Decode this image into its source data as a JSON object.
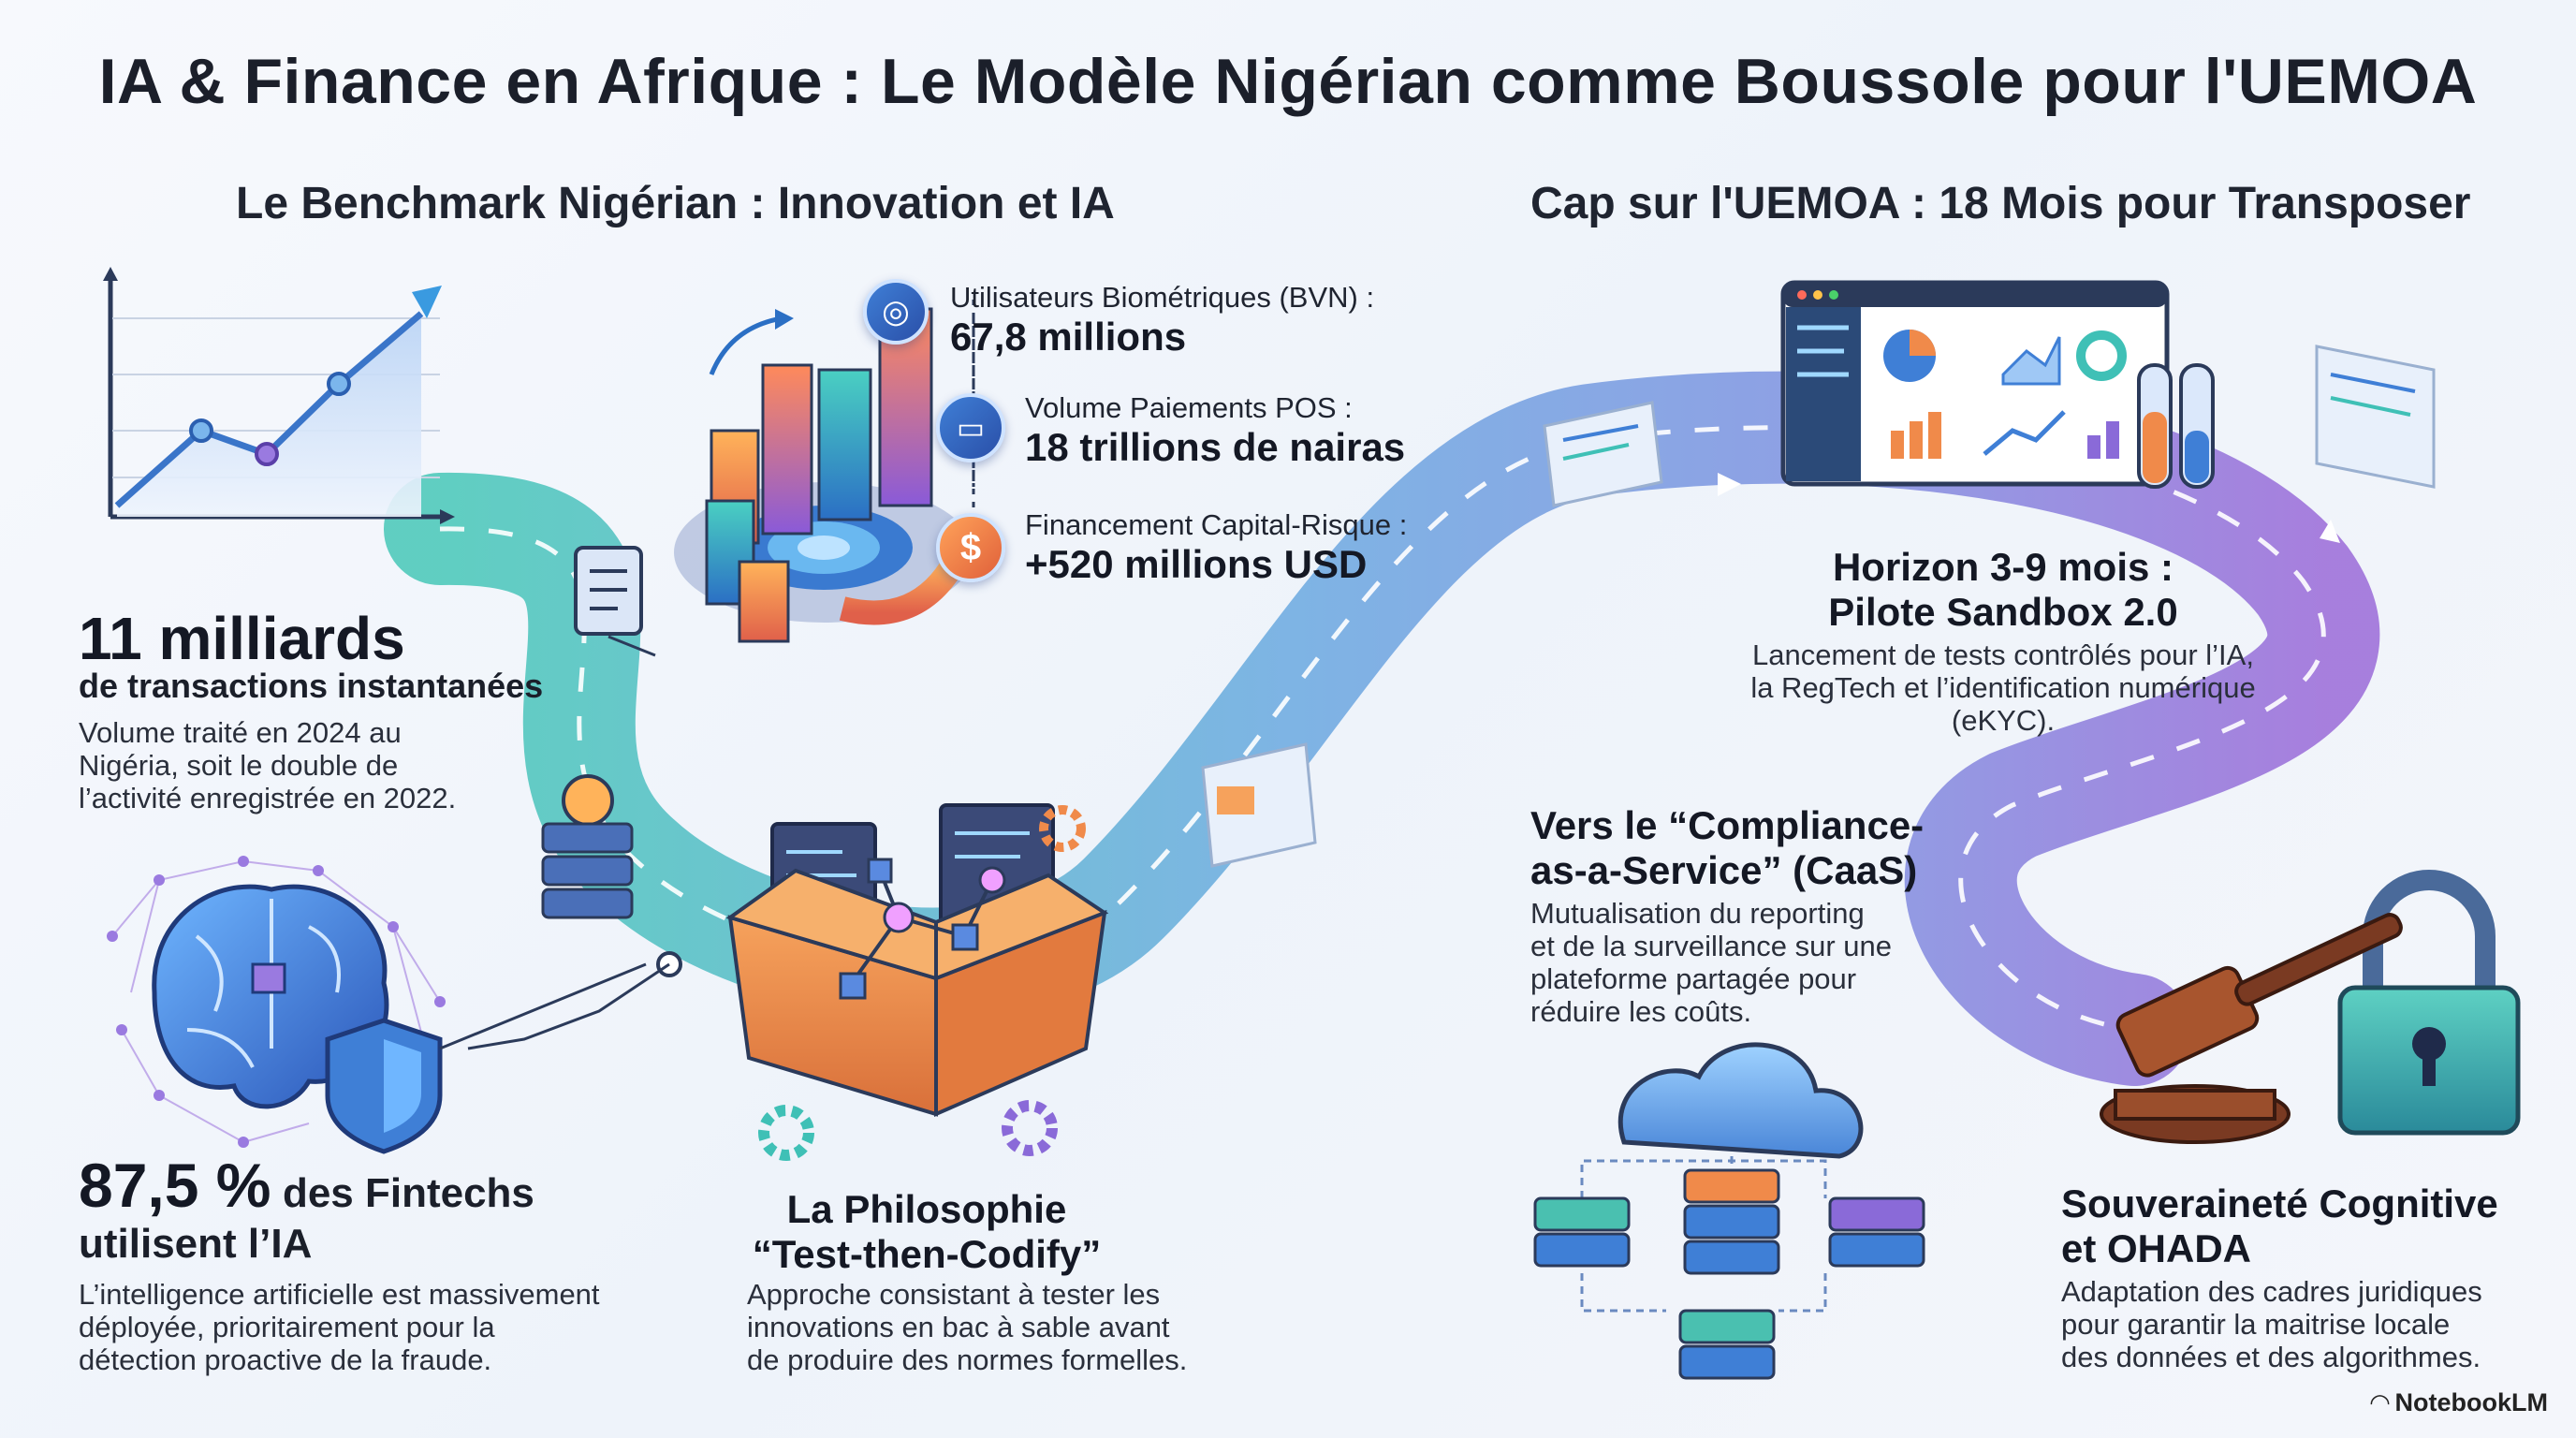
{
  "title": "IA & Finance en Afrique : Le Modèle Nigérian comme Boussole pour l'UEMOA",
  "left_heading": "Le Benchmark Nigérian : Innovation et IA",
  "right_heading": "Cap sur l'UEMOA : 18 Mois pour Transposer",
  "stats": [
    {
      "label": "Utilisateurs Biométriques (BVN) :",
      "value": "67,8 millions",
      "icon": "fingerprint-icon"
    },
    {
      "label": "Volume Paiements POS :",
      "value": "18 trillions de nairas",
      "icon": "pos-card-icon"
    },
    {
      "label": "Financement Capital-Risque :",
      "value": "+520 millions USD",
      "icon": "dollar-coin-icon"
    }
  ],
  "transactions": {
    "big": "11 milliards",
    "sub": "de transactions instantanées",
    "lines": [
      "Volume traité en 2024 au",
      "Nigéria, soit le double de",
      "l’activité enregistrée en 2022."
    ]
  },
  "fintech": {
    "big": "87,5 %",
    "rest": "des Fintechs",
    "line2": "utilisent l’IA",
    "lines": [
      "L’intelligence artificielle est massivement",
      "déployée, prioritairement pour la",
      "détection proactive de la fraude."
    ]
  },
  "philosophy": {
    "head_lines": [
      "La Philosophie",
      "“Test-then-Codify”"
    ],
    "lines": [
      "Approche consistant à tester les",
      "innovations en bac à sable avant",
      "de produire des normes formelles."
    ]
  },
  "horizon": {
    "head_lines": [
      "Horizon 3-9 mois :",
      "Pilote Sandbox 2.0"
    ],
    "lines": [
      "Lancement de tests contrôlés pour l’IA,",
      "la RegTech et l’identification numérique",
      "(eKYC)."
    ]
  },
  "caas": {
    "head_lines": [
      "Vers le “Compliance-",
      "as-a-Service” (CaaS)"
    ],
    "lines": [
      "Mutualisation du reporting",
      "et de la surveillance sur une",
      "plateforme partagée pour",
      "réduire les coûts."
    ]
  },
  "sovereignty": {
    "head_lines": [
      "Souveraineté Cognitive",
      "et OHADA"
    ],
    "lines": [
      "Adaptation des cadres juridiques",
      "pour garantir la maitrise locale",
      "des données et des algorithmes."
    ]
  },
  "brand": "NotebookLM",
  "colors": {
    "accent_blue": "#3f7fd6",
    "teal": "#3fc0b6",
    "purple": "#8a6ad8",
    "orange": "#f08a4a",
    "text_dark": "#141824"
  },
  "icons": [
    "line-chart-icon",
    "bar-chart-cluster-icon",
    "document-icon",
    "database-server-icon",
    "ai-brain-icon",
    "shield-icon",
    "open-box-icon",
    "gear-icon",
    "dashboard-screen-icon",
    "test-tubes-icon",
    "cloud-server-icon",
    "gavel-icon",
    "padlock-icon"
  ]
}
